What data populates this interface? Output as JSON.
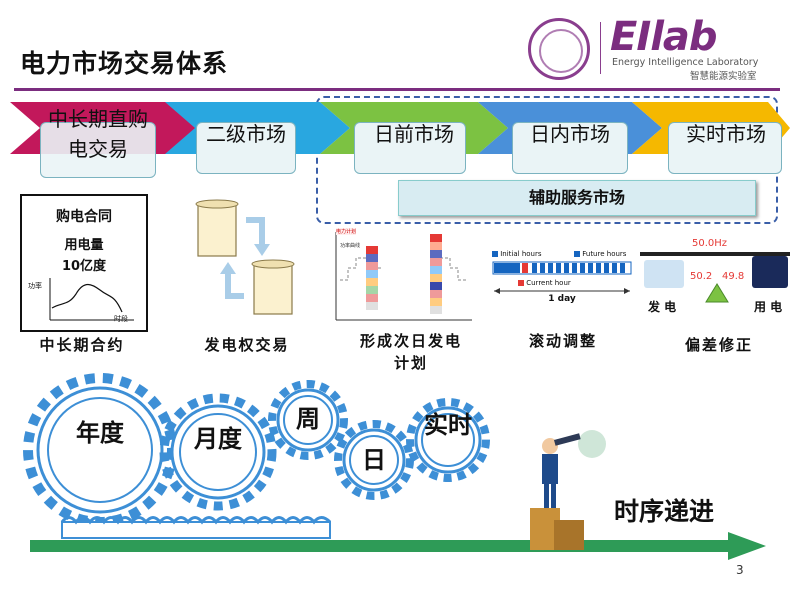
{
  "title": "电力市场交易体系",
  "logo": {
    "mark": "EIlab",
    "subtitle_en": "Energy Intelligence Laboratory",
    "subtitle_cn": "智慧能源实验室"
  },
  "stages": [
    {
      "label": "中长期直购电交易",
      "color": "#c2185b"
    },
    {
      "label": "二级市场",
      "color": "#29a7e0"
    },
    {
      "label": "日前市场",
      "color": "#7cc242"
    },
    {
      "label": "日内市场",
      "color": "#4a90d9"
    },
    {
      "label": "实时市场",
      "color": "#f5b800"
    }
  ],
  "aux_market": "辅助服务市场",
  "contract": {
    "heading": "购电合同",
    "line1": "用电量",
    "line2": "10亿度",
    "axis_y": "功率",
    "axis_x": "时段"
  },
  "mini_schedule": {
    "tag": "电力计划",
    "label": "功率曲线"
  },
  "rolling": {
    "initial": "Initial hours",
    "future": "Future hours",
    "current": "Current hour",
    "span": "1 day"
  },
  "deviation": {
    "center": "50.0Hz",
    "left": "50.2",
    "right": "49.8",
    "gen": "发 电",
    "use": "用 电"
  },
  "captions": {
    "c1": "中长期合约",
    "c2": "发电权交易",
    "c3": "形成次日发电计划",
    "c4": "滚动调整",
    "c5": "偏差修正"
  },
  "gears": {
    "year": "年度",
    "month": "月度",
    "week": "周",
    "day": "日",
    "realtime": "实时"
  },
  "sequence": "时序递进",
  "page_number": "3",
  "colors": {
    "accent": "#7b2d7f",
    "arrow": "#2e9b57",
    "gear": "#3d8fd6"
  }
}
